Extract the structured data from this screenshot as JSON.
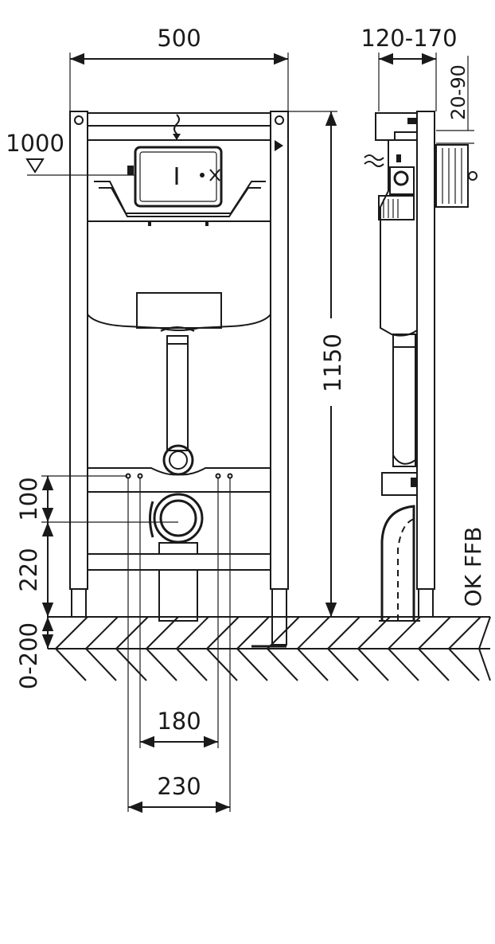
{
  "dimensions": {
    "frame_width": "500",
    "depth_range": "120-170",
    "panel_offset": "20-90",
    "height_mark": "1000",
    "frame_height": "1150",
    "upper_spacing": "100",
    "lower_spacing": "220",
    "floor_adjust": "0-200",
    "inner_spacing": "180",
    "outer_spacing": "230"
  },
  "labels": {
    "floor_reference": "OK FFB"
  },
  "colors": {
    "ink": "#1a1a1a",
    "paper": "#ffffff"
  },
  "icons": {
    "height_marker": "triangle-down-icon",
    "water_inlet": "water-wave-icon"
  }
}
